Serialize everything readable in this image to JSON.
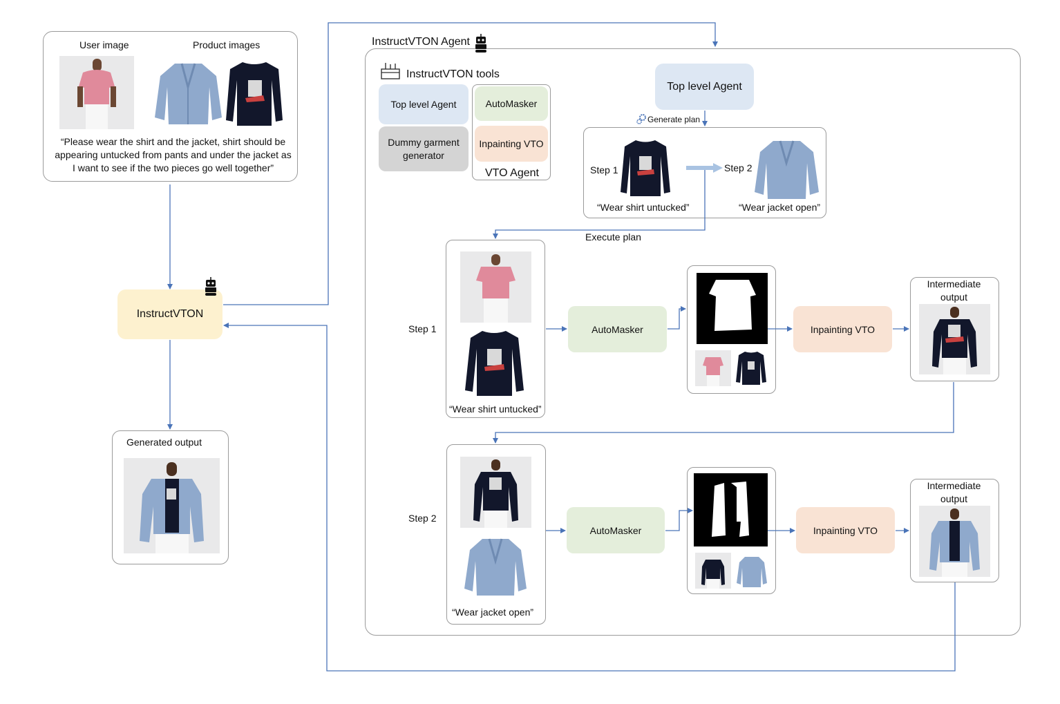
{
  "input_panel": {
    "user_image_label": "User image",
    "product_images_label": "Product images",
    "prompt": "“Please wear the shirt and the jacket, shirt should be appearing untucked from pants and under the jacket as I want to see if the two pieces go well together”"
  },
  "instructvton": {
    "label": "InstructVTON"
  },
  "generated_output": {
    "label": "Generated output"
  },
  "agent": {
    "title": "InstructVTON Agent",
    "tools": {
      "title": "InstructVTON tools",
      "top_level_agent": "Top level Agent",
      "dummy_garment_generator": "Dummy garment generator",
      "automasker": "AutoMasker",
      "inpainting_vto": "Inpainting VTO",
      "vto_agent": "VTO Agent"
    },
    "top_level_agent": "Top level Agent",
    "generate_plan": "Generate plan",
    "plan": {
      "step1_label": "Step 1",
      "step2_label": "Step 2",
      "step1_caption": "“Wear shirt untucked”",
      "step2_caption": "“Wear jacket open”"
    },
    "execute_plan": "Execute plan",
    "step1": {
      "label": "Step 1",
      "caption": "“Wear shirt untucked”",
      "automasker": "AutoMasker",
      "inpainting": "Inpainting VTO",
      "output_label": "Intermediate output"
    },
    "step2": {
      "label": "Step 2",
      "caption": "“Wear jacket open”",
      "automasker": "AutoMasker",
      "inpainting": "Inpainting VTO",
      "output_label": "Intermediate output"
    }
  },
  "colors": {
    "arrow": "#4a74b8",
    "green": "#e4eedb",
    "peach": "#f9e3d4",
    "blue": "#dde7f3",
    "grey": "#d4d4d4",
    "yellow": "#fdf1cf",
    "shirt": "#12172b",
    "pink_shirt": "#e08a9b",
    "denim": "#8fa9cc"
  },
  "icons": [
    "robot-icon",
    "toolbox-icon",
    "gears-icon"
  ]
}
